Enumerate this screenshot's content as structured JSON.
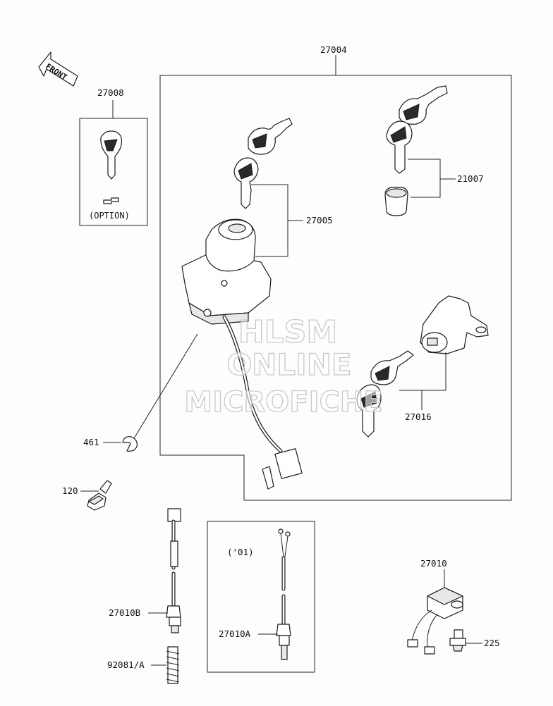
{
  "diagram": {
    "orientation": "FRONT",
    "labels": {
      "assembly": "27004",
      "key_blank": "27008",
      "option": "(OPTION)",
      "ignition_switch": "27005",
      "cap_lock": "21007",
      "seat_lock": "27016",
      "washer": "461",
      "screw": "120",
      "switch_b": "27010B",
      "spring": "92081/A",
      "year_note": "('01)",
      "switch_a": "27010A",
      "relay_switch": "27010",
      "bolt": "225"
    },
    "watermark": [
      "HLSM",
      "ONLINE",
      "MICROFICHE"
    ]
  }
}
